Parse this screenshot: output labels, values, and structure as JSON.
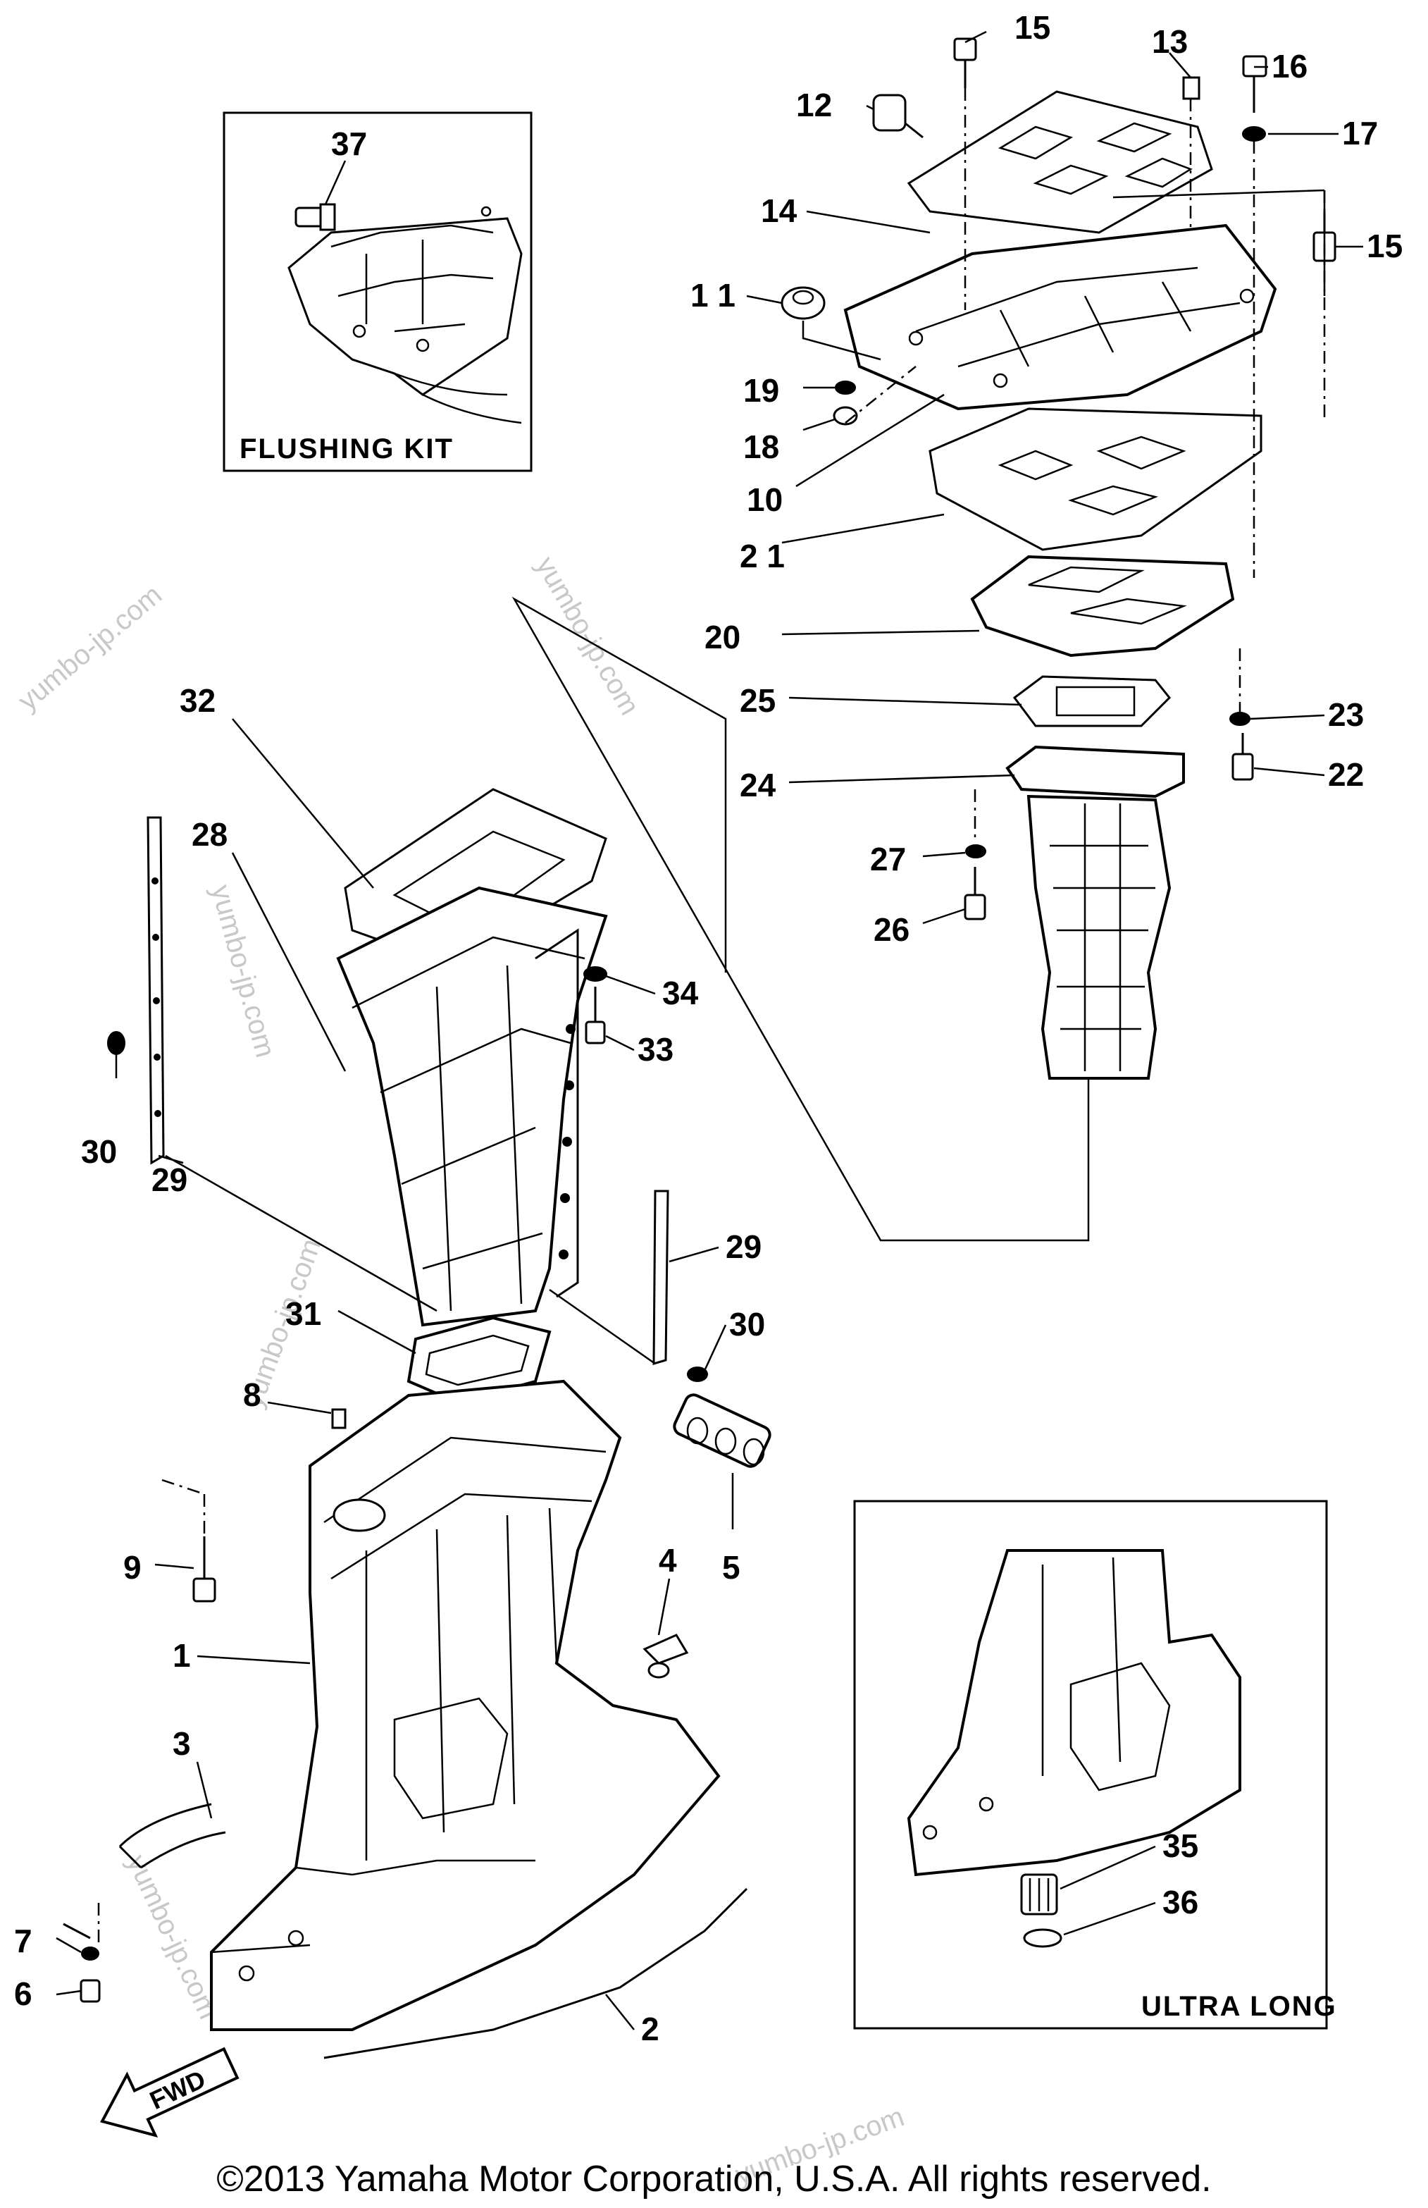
{
  "insets": {
    "flushing_kit": {
      "title": "FLUSHING KIT"
    },
    "ultra_long": {
      "title": "ULTRA LONG"
    }
  },
  "fwd_label": "FWD",
  "watermark_text": "yumbo-jp.com",
  "copyright": "©2013 Yamaha Motor Corporation, U.S.A. All rights reserved.",
  "callouts": {
    "c1": "1",
    "c2": "2",
    "c3": "3",
    "c4": "4",
    "c5": "5",
    "c6": "6",
    "c7": "7",
    "c8": "8",
    "c9": "9",
    "c10": "10",
    "c11": "1 1",
    "c12": "12",
    "c13": "13",
    "c14": "14",
    "c15a": "15",
    "c15b": "15",
    "c16": "16",
    "c17": "17",
    "c18": "18",
    "c19": "19",
    "c20": "20",
    "c21": "2 1",
    "c22": "22",
    "c23": "23",
    "c24": "24",
    "c25": "25",
    "c26": "26",
    "c27": "27",
    "c28": "28",
    "c29a": "29",
    "c29b": "29",
    "c30a": "30",
    "c30b": "30",
    "c31": "31",
    "c32": "32",
    "c33": "33",
    "c34": "34",
    "c35": "35",
    "c36": "36",
    "c37": "37"
  },
  "icons": [
    "fwd-arrow-icon"
  ]
}
